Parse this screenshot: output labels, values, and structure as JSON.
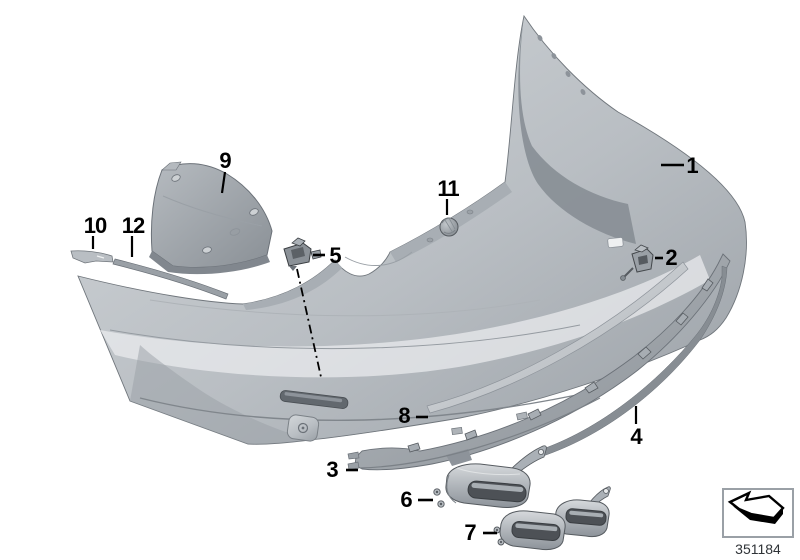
{
  "figure": {
    "doc_number": "351184",
    "callouts": [
      "1",
      "2",
      "3",
      "4",
      "5",
      "6",
      "7",
      "8",
      "9",
      "10",
      "11",
      "12"
    ]
  }
}
